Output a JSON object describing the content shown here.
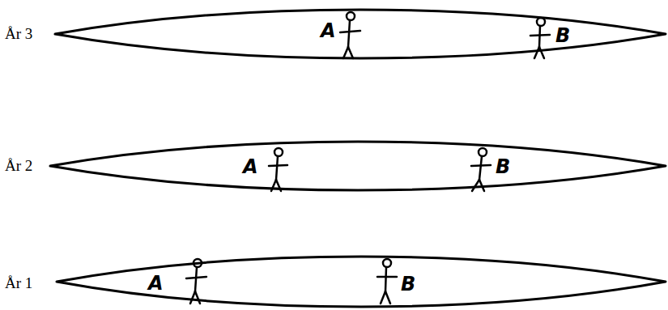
{
  "diagram": {
    "nodes": [
      {
        "text": [
          "År 3",
          "A",
          "B"
        ]
      },
      {
        "text": [
          "År 2",
          "A",
          "B"
        ]
      },
      {
        "text": [
          "År 1",
          "A",
          "B"
        ]
      }
    ]
  }
}
